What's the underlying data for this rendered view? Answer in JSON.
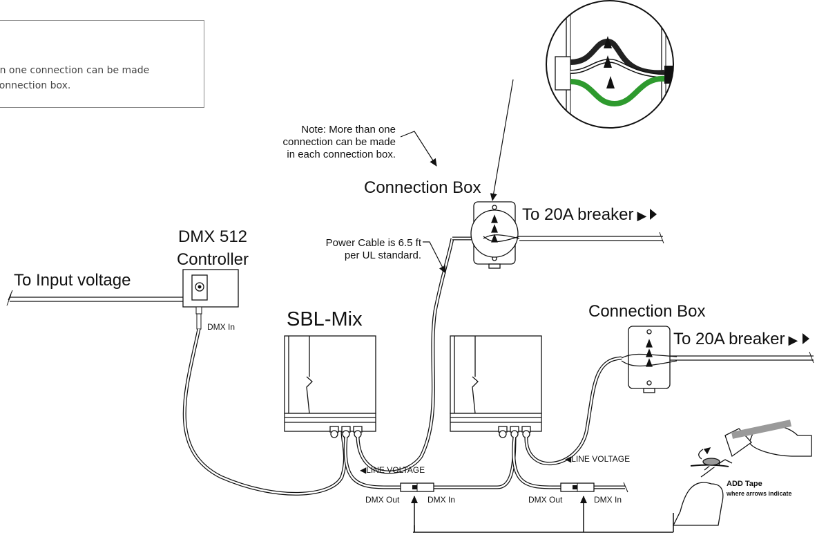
{
  "note_box": {
    "line1": "an one connection can be made",
    "line2": "connection box."
  },
  "labels": {
    "note_line1": "Note: More than one",
    "note_line2": "connection can be made",
    "note_line3": "in each connection box.",
    "connection_box_top": "Connection Box",
    "connection_box_right": "Connection Box",
    "to_breaker_top": "To 20A breaker",
    "to_breaker_right": "To 20A breaker",
    "power_cable_line1": "Power Cable is 6.5 ft",
    "power_cable_line2": "per UL standard.",
    "dmx_controller_line1": "DMX 512",
    "dmx_controller_line2": "Controller",
    "to_input_voltage": "To Input voltage",
    "dmx_in_controller": "DMX In",
    "sbl_mix": "SBL-Mix",
    "line_voltage_1": "LINE VOLTAGE",
    "line_voltage_2": "LINE VOLTAGE",
    "dmx_out_1": "DMX Out",
    "dmx_in_1": "DMX In",
    "dmx_out_2": "DMX Out",
    "dmx_in_2": "DMX In",
    "add_tape": "ADD Tape",
    "add_tape_sub": "where arrows indicate"
  },
  "colors": {
    "line": "#111111",
    "ground_wire": "#2e9a2e",
    "hot_wire": "#222222",
    "neutral_wire": "#ffffff",
    "tape": "#9a9a9a"
  }
}
